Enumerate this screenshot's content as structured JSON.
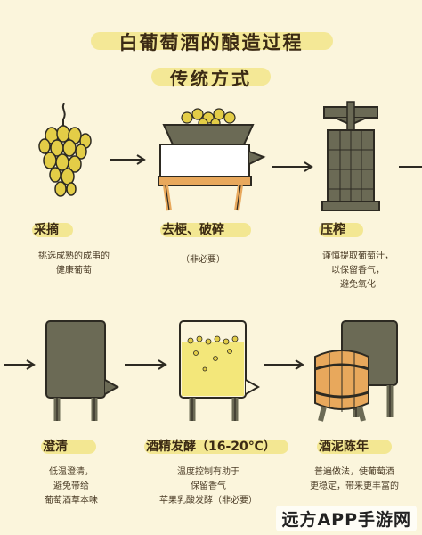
{
  "header": {
    "title": "白葡萄酒的酿造过程",
    "subtitle": "传统方式"
  },
  "steps": [
    {
      "label": "采摘",
      "desc": [
        "挑选成熟的成串的",
        "健康葡萄"
      ]
    },
    {
      "label": "去梗、破碎",
      "desc": [
        "（非必要）"
      ]
    },
    {
      "label": "压榨",
      "desc": [
        "谨慎提取葡萄汁，",
        "以保留香气，",
        "避免氧化"
      ]
    },
    {
      "label": "澄清",
      "desc": [
        "低温澄清，",
        "避免带给",
        "葡萄酒草本味"
      ]
    },
    {
      "label": "酒精发酵（16-20℃）",
      "desc": [
        "温度控制有助于",
        "保留香气",
        "苹果乳酸发酵（非必要）"
      ]
    },
    {
      "label": "酒泥陈年",
      "desc": [
        "普遍做法，使葡萄酒",
        "更稳定，带来更丰富的"
      ]
    }
  ],
  "watermark": "远方APP手游网",
  "colors": {
    "highlight": "#f2e58a",
    "grape": "#e3cd47",
    "wood": "#e8a85c",
    "tank": "#6b6a55",
    "wine": "#f3e77a",
    "outline": "#2d2a22"
  }
}
